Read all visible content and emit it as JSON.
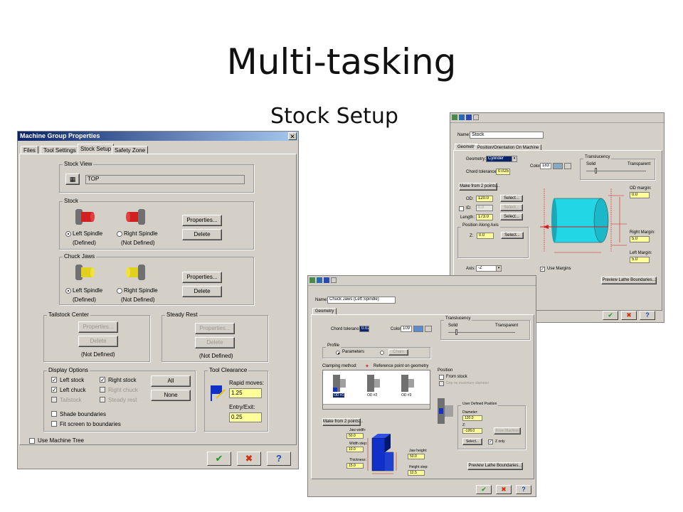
{
  "slide": {
    "title": "Multi-tasking",
    "subtitle": "Stock Setup"
  },
  "main_dialog": {
    "title": "Machine Group Properties",
    "tabs": [
      "Files",
      "Tool Settings",
      "Stock Setup",
      "Safety Zone"
    ],
    "stock_view": {
      "label": "Stock View",
      "value": "TOP"
    },
    "stock": {
      "label": "Stock",
      "left_spindle": "Left Spindle",
      "left_status": "(Defined)",
      "right_spindle": "Right Spindle",
      "right_status": "(Not Defined)",
      "properties": "Properties...",
      "delete": "Delete"
    },
    "chuck_jaws": {
      "label": "Chuck Jaws",
      "left_spindle": "Left Spindle",
      "left_status": "(Defined)",
      "right_spindle": "Right Spindle",
      "right_status": "(Not Defined)",
      "properties": "Properties...",
      "delete": "Delete"
    },
    "tailstock": {
      "label": "Tailstock Center",
      "properties": "Properties...",
      "delete": "Delete",
      "status": "(Not Defined)"
    },
    "steady_rest": {
      "label": "Steady Rest",
      "properties": "Properties...",
      "delete": "Delete",
      "status": "(Not Defined)"
    },
    "display_options": {
      "label": "Display Options",
      "left_stock": "Left stock",
      "right_stock": "Right stock",
      "left_chuck": "Left chuck",
      "right_chuck": "Right chuck",
      "tailstock": "Tailstock",
      "steady_rest": "Steady rest",
      "all": "All",
      "none": "None",
      "shade": "Shade boundaries",
      "fit": "Fit screen to boundaries"
    },
    "tool_clearance": {
      "label": "Tool Clearance",
      "rapid_label": "Rapid moves:",
      "rapid_value": "1.25",
      "entry_label": "Entry/Exit:",
      "entry_value": "0.25"
    },
    "use_machine_tree": "Use Machine Tree"
  },
  "stock_dialog": {
    "name_label": "Name:",
    "name_value": "Stock",
    "tabs": [
      "Geometry",
      "Position/Orientation On Machine"
    ],
    "geometry_label": "Geometry:",
    "geometry_value": "Cylinder",
    "chord_label": "Chord tolerance:",
    "chord_value": "0.025",
    "color_label": "Color:",
    "color_value": "183",
    "translucency": "Translucency",
    "solid": "Solid",
    "transparent": "Transparent",
    "make_from_2_points": "Make from 2 points...",
    "od_label": "OD:",
    "od_value": "120.0",
    "id_label": "ID:",
    "id_value": "0.0",
    "length_label": "Length:",
    "length_value": "173.0",
    "select": "Select...",
    "position_along_axis": "Position Along Axis",
    "z_label": "Z:",
    "z_value": "0.0",
    "axis_label": "Axis:",
    "axis_value": "-Z",
    "use_margins": "Use Margins",
    "od_margin": "OD margin:",
    "od_margin_value": "0.0",
    "right_margin": "Right Margin:",
    "right_margin_value": "5.0",
    "left_margin": "Left Margin:",
    "left_margin_value": "5.0",
    "preview": "Preview Lathe Boundaries..."
  },
  "chuck_dialog": {
    "name_label": "Name:",
    "name_value": "Chuck Jaws (Left Spindle)",
    "tabs": [
      "Geometry"
    ],
    "chord_label": "Chord tolerance:",
    "chord_value": "0.025",
    "color_label": "Color:",
    "color_value": "109",
    "translucency": "Translucency",
    "solid": "Solid",
    "transparent": "Transparent",
    "profile": "Profile",
    "parameters": "Parameters",
    "chain": "Chain",
    "clamping_method": "Clamping method:",
    "reference_point": "Reference point on geometry",
    "od1": "OD #1",
    "od2": "OD #2",
    "od3": "OD #3",
    "position": "Position",
    "from_stock": "From stock",
    "grip_on_stock": "Grip on maximum diameter",
    "user_defined_position": "User Defined Position",
    "diameter_label": "Diameter:",
    "diameter_value": "120.0",
    "z_label": "Z:",
    "z_value": "-128.0",
    "select": "Select...",
    "z_only": "Z only",
    "from_machine": "From Machine",
    "make_from_2_points": "Make from 2 points...",
    "jaw_width": "Jaw width:",
    "jaw_width_value": "50.0",
    "width_step": "Width step:",
    "width_step_value": "10.0",
    "thickness": "Thickness:",
    "thickness_value": "15.0",
    "jaw_height": "Jaw height:",
    "jaw_height_value": "50.0",
    "height_step": "Height step:",
    "height_step_value": "12.5",
    "preview": "Preview Lathe Boundaries..."
  },
  "colors": {
    "titlebar": "#0a246a",
    "dialog_bg": "#d4d0c8",
    "yellow_field": "#ffff99",
    "stock_cyan": "#22d6e6",
    "jaw_blue": "#1030c8"
  }
}
